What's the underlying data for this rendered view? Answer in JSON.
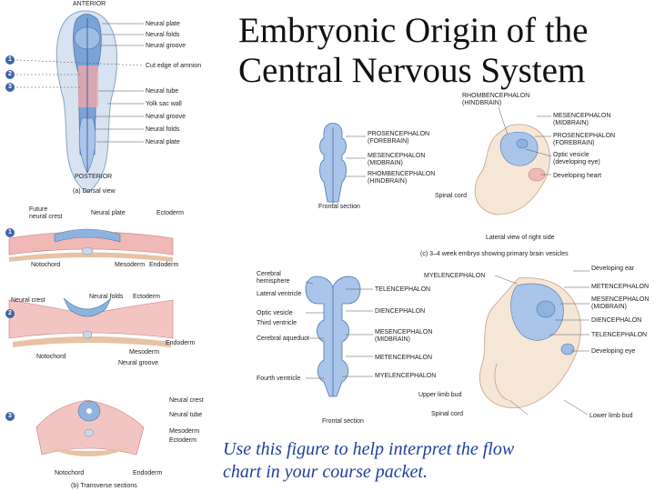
{
  "title": {
    "line1": "Embryonic Origin of the",
    "line2": "Central Nervous System"
  },
  "caption": {
    "line1": "Use this figure to help interpret the flow",
    "line2": "chart in your course packet."
  },
  "panel_a": {
    "anterior": "ANTERIOR",
    "posterior": "POSTERIOR",
    "caption": "(a) Dorsal view",
    "labels": [
      "Neural plate",
      "Neural folds",
      "Neural groove",
      "Cut edge of amnion",
      "Neural tube",
      "Yolk sac wall",
      "Neural groove",
      "Neural folds",
      "Neural plate"
    ],
    "steps": [
      "1",
      "2",
      "3"
    ]
  },
  "panel_b": {
    "caption": "(b) Transverse sections",
    "s1": {
      "future_crest": "Future neural crest",
      "neural_plate": "Neural plate",
      "ectoderm": "Ectoderm",
      "notochord": "Notochord",
      "mesoderm": "Mesoderm",
      "endoderm": "Endoderm"
    },
    "s2": {
      "neural_crest": "Neural crest",
      "neural_folds": "Neural folds",
      "ectoderm": "Ectoderm",
      "endoderm": "Endoderm",
      "notochord": "Notochord",
      "mesoderm": "Mesoderm",
      "neural_groove": "Neural groove"
    },
    "s3": {
      "neural_crest": "Neural crest",
      "neural_tube": "Neural tube",
      "mesoderm": "Mesoderm",
      "ectoderm": "Ectoderm",
      "notochord": "Notochord",
      "endoderm": "Endoderm"
    }
  },
  "panel_c": {
    "rhomb_top": "RHOMBENCEPHALON\n(HINDBRAIN)",
    "pros": "PROSENCEPHALON\n(FOREBRAIN)",
    "mes_left": "MESENCEPHALON\n(MIDBRAIN)",
    "rhomb_left": "RHOMBENCEPHALON\n(HINDBRAIN)",
    "mes_right": "MESENCEPHALON\n(MIDBRAIN)",
    "pros_right": "PROSENCEPHALON\n(FOREBRAIN)",
    "optic": "Optic vesicle\n(developing eye)",
    "heart": "Developing heart",
    "spinal": "Spinal cord",
    "frontal": "Frontal section",
    "lateral": "Lateral view of right side",
    "caption": "(c) 3–4 week embryo showing primary brain vesicles"
  },
  "panel_d": {
    "cerebral": "Cerebral\nhemisphere",
    "lat_vent": "Lateral ventricle",
    "optic": "Optic vesicle",
    "third": "Third ventricle",
    "aqueduct": "Cerebral aqueduct",
    "fourth": "Fourth ventricle",
    "myel_top": "MYELENCEPHALON",
    "telen": "TELENCEPHALON",
    "dien": "DIENCEPHALON",
    "mesen": "MESENCEPHALON\n(MIDBRAIN)",
    "meten": "METENCEPHALON",
    "myel_bot": "MYELENCEPHALON",
    "ear": "Developing ear",
    "meten_r": "METENCEPHALON",
    "mesen_r": "MESENCEPHALON\n(MIDBRAIN)",
    "dien_r": "DIENCEPHALON",
    "telen_r": "TELENCEPHALON",
    "eye": "Developing eye",
    "upper_limb": "Upper limb bud",
    "spinal": "Spinal cord",
    "lower_limb": "Lower limb bud",
    "frontal": "Frontal section"
  }
}
